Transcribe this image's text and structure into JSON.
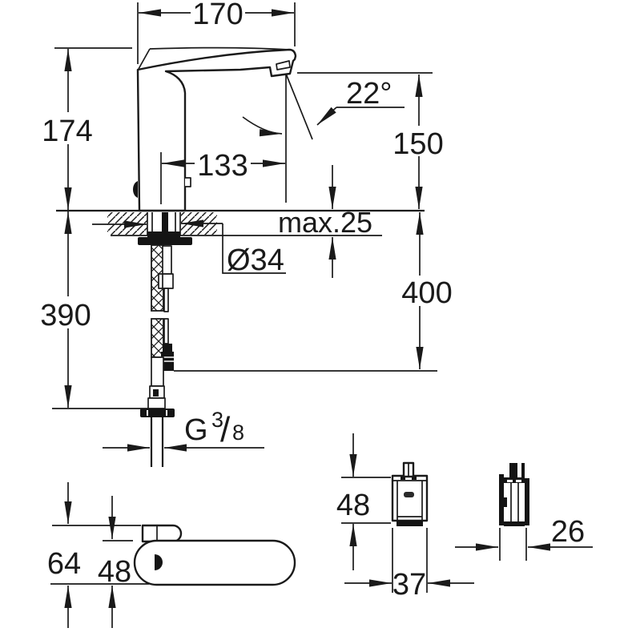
{
  "drawing": {
    "labels": {
      "spout_reach": "170",
      "height_above_deck": "174",
      "spout_angle": "22°",
      "projection": "133",
      "outlet_height": "150",
      "deck_thickness": "max.25",
      "hole_diameter": "Ø34",
      "length_below_deck": "390",
      "hose_drop": "400",
      "thread_prefix": "G",
      "thread_numerator": "3",
      "thread_slash": "/",
      "thread_denominator": "8",
      "top_view_total_depth": "64",
      "top_view_body_depth": "48",
      "box_height": "48",
      "box_width": "37",
      "box_depth": "26"
    },
    "colors": {
      "line": "#1a1a1a",
      "background": "#ffffff"
    }
  }
}
